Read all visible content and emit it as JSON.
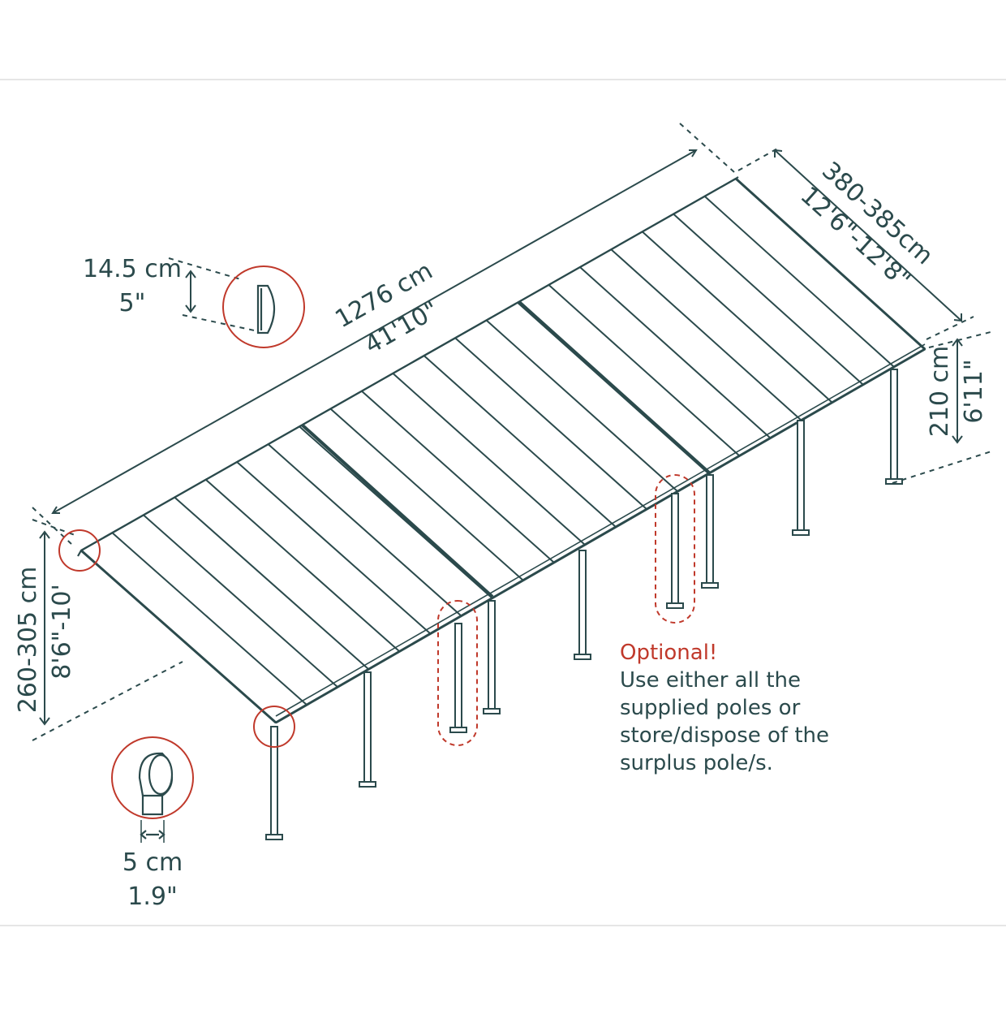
{
  "colors": {
    "line": "#2b4a4c",
    "accent": "#c0392b",
    "frame_rule": "#e6e6e6"
  },
  "dimensions": {
    "length_cm": "1276 cm",
    "length_ft": "41'10\"",
    "width_cm": "380-385cm",
    "width_ft": "12'6\"-12'8\"",
    "back_height_cm": "210 cm",
    "back_height_ft": "6'11\"",
    "front_height_cm": "260-305 cm",
    "front_height_ft": "8'6\"-10'",
    "gutter_cm": "14.5 cm",
    "gutter_in": "5\"",
    "post_cm": "5 cm",
    "post_in": "1.9\""
  },
  "note": {
    "title": "Optional!",
    "lines": [
      "Use either all the",
      "supplied poles or",
      "store/dispose of the",
      "surplus pole/s."
    ]
  },
  "icons": {
    "gutter_detail": "gutter-profile-icon",
    "post_detail": "post-bracket-icon"
  }
}
